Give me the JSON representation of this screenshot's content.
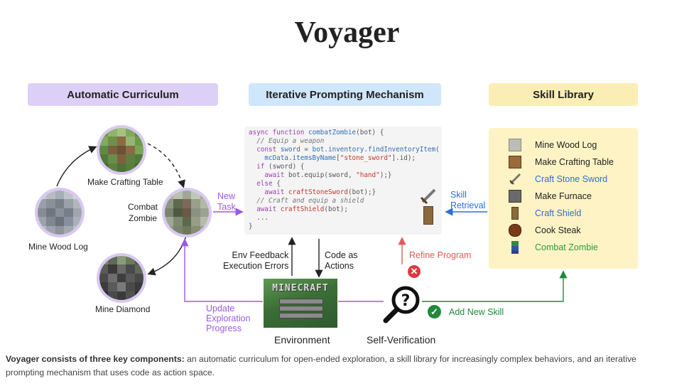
{
  "title": "Voyager",
  "headers": {
    "curriculum": "Automatic Curriculum",
    "iterative": "Iterative Prompting Mechanism",
    "skill_library": "Skill Library"
  },
  "curriculum_nodes": {
    "make_crafting_table": "Make Crafting Table",
    "combat_zombie": "Combat\nZombie",
    "mine_wood_log": "Mine Wood Log",
    "mine_diamond": "Mine Diamond"
  },
  "arrow_labels": {
    "new_task": "New\nTask",
    "skill_retrieval": "Skill\nRetrieval",
    "env_feedback": "Env Feedback\nExecution Errors",
    "code_as_actions": "Code as\nActions",
    "refine_program": "Refine Program",
    "update_progress": "Update\nExploration\nProgress",
    "add_new_skill": "Add New Skill"
  },
  "code_lines": [
    "async function combatZombie(bot) {",
    "  // Equip a weapon",
    "  const sword = bot.inventory.findInventoryItem(",
    "    mcData.itemsByName[\"stone_sword\"].id);",
    "  if (sword) {",
    "    await bot.equip(sword, \"hand\");}",
    "  else {",
    "    await craftStoneSword(bot);}",
    "  // Craft and equip a shield",
    "  await craftShield(bot);",
    "  ...",
    "}"
  ],
  "skills": [
    {
      "label": "Mine Wood  Log",
      "color": "#222222",
      "icon": "wood-log-icon"
    },
    {
      "label": "Make Crafting Table",
      "color": "#222222",
      "icon": "crafting-table-icon"
    },
    {
      "label": "Craft Stone Sword",
      "color": "#2f6fd6",
      "icon": "stone-sword-icon"
    },
    {
      "label": "Make Furnace",
      "color": "#222222",
      "icon": "furnace-icon"
    },
    {
      "label": "Craft Shield",
      "color": "#2f6fd6",
      "icon": "shield-icon"
    },
    {
      "label": "Cook Steak",
      "color": "#222222",
      "icon": "steak-icon"
    },
    {
      "label": "Combat Zombie",
      "color": "#2f9a3a",
      "icon": "zombie-icon"
    }
  ],
  "bottom_labels": {
    "environment": "Environment",
    "self_verification": "Self-Verification",
    "minecraft_logo": "MINECRAFT"
  },
  "caption": {
    "bold": "Voyager consists of three key components:",
    "rest": " an automatic curriculum for open-ended exploration, a skill library for increasingly complex behaviors, and an iterative prompting mechanism that uses code as action space."
  },
  "colors": {
    "curriculum_header": "#ddd0f6",
    "iterative_header": "#cfe6fb",
    "skill_header": "#fbeeb4",
    "purple_arrow": "#9b59e6",
    "blue_arrow": "#2f6fd6",
    "red_arrow": "#e05a5a",
    "green_arrow": "#1f8a3a"
  }
}
